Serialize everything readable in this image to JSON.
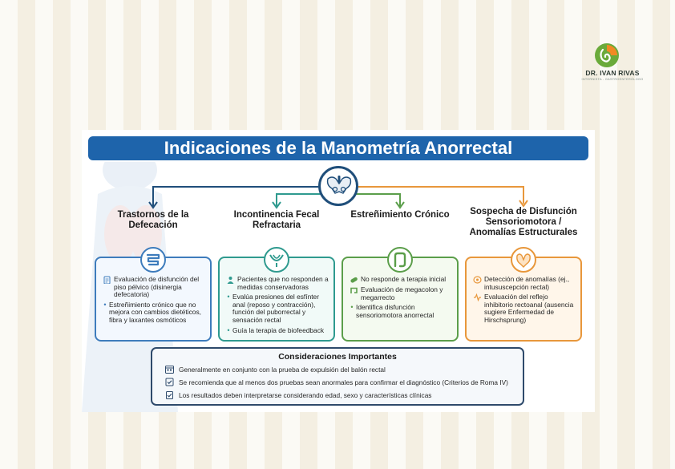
{
  "brand": {
    "name": "DR. IVAN RIVAS",
    "subtitle": "INTERNISTA - GASTROENTERÓLOGO",
    "colors": {
      "green": "#6aaa3a",
      "orange": "#f08a24"
    }
  },
  "title": "Indicaciones de la Manometría Anorrectal",
  "center_icon": "pelvis-icon",
  "categories": [
    {
      "title": "Trastornos de la Defecación",
      "color": "#3e7cbc",
      "icon": "intestine-icon",
      "items": [
        {
          "marker": "clipboard-icon",
          "text": "Evaluación de disfunción del piso pélvico (disinergia defecatoria)"
        },
        {
          "marker": "bullet",
          "text": "Estreñimiento crónico que no mejora con cambios dietéticos, fibra y laxantes osmóticos"
        }
      ]
    },
    {
      "title": "Incontinencia Fecal Refractaria",
      "color": "#2f9a8f",
      "icon": "pelvic-floor-icon",
      "items": [
        {
          "marker": "patient-icon",
          "text": "Pacientes que no responden a medidas conservadoras"
        },
        {
          "marker": "bullet",
          "text": "Evalúa presiones del esfínter anal (reposo y contracción), función del puborrectal y sensación rectal"
        },
        {
          "marker": "bullet",
          "text": "Guía la terapia de biofeedback"
        }
      ]
    },
    {
      "title": "Estreñimiento Crónico",
      "color": "#5b9e4a",
      "icon": "colon-icon",
      "items": [
        {
          "marker": "pill-icon",
          "text": "No responde a terapia inicial"
        },
        {
          "marker": "colon-icon",
          "text": "Evaluación de megacolon y megarrecto"
        },
        {
          "marker": "bullet",
          "text": "Identifica disfunción sensoriomotora anorrectal"
        }
      ]
    },
    {
      "title": "Sospecha de Disfunción Sensoriomotora / Anomalías Estructurales",
      "color": "#e8973b",
      "icon": "anorectum-icon",
      "items": [
        {
          "marker": "anatomy-icon",
          "text": "Detección de anomalías (ej., intususcepción rectal)"
        },
        {
          "marker": "reflex-icon",
          "text": "Evaluación del reflejo inhibitorio rectoanal (ausencia sugiere Enfermedad de Hirschsprung)"
        }
      ]
    }
  ],
  "considerations": {
    "title": "Consideraciones Importantes",
    "items": [
      {
        "icon": "calendar-icon",
        "text": "Generalmente en conjunto con la prueba de expulsión del balón rectal"
      },
      {
        "icon": "checklist-icon",
        "text": "Se recomienda que al menos dos pruebas sean anormales para confirmar el diagnóstico (Criterios de Roma IV)"
      },
      {
        "icon": "clipboard-check-icon",
        "text": "Los resultados deben interpretarse considerando edad, sexo y características clínicas"
      }
    ]
  }
}
